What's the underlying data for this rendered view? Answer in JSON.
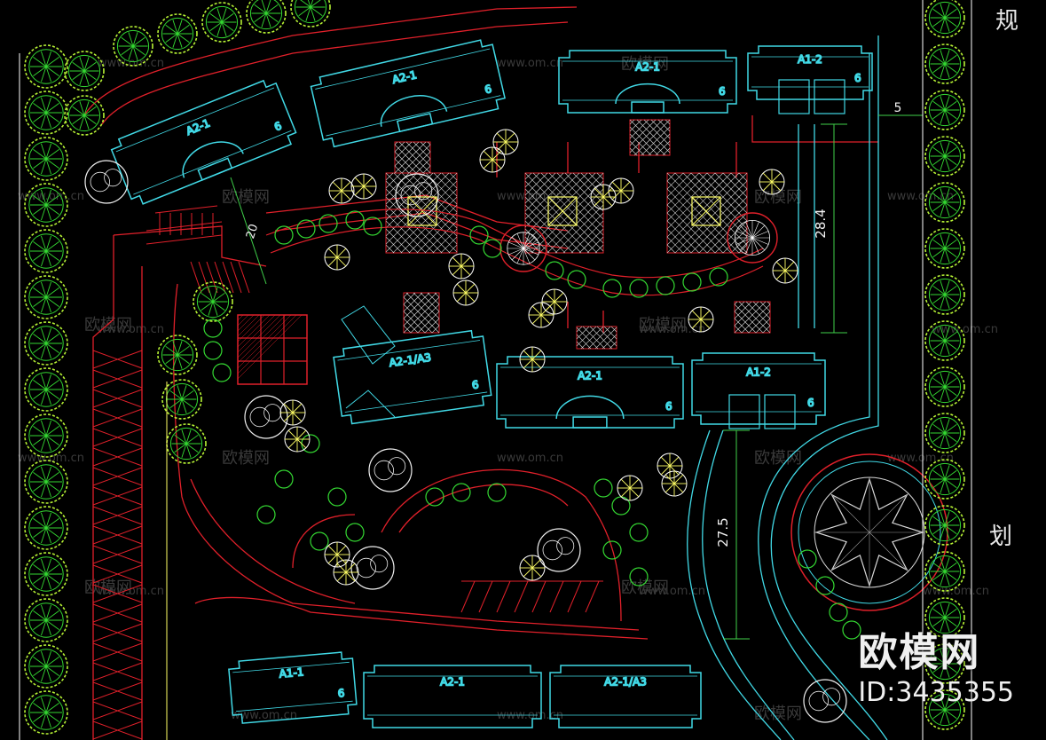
{
  "colors": {
    "background": "#000000",
    "building": "#41d9e6",
    "road": "#e0202a",
    "tree_green": "#34d832",
    "tree_outer": "#b6f234",
    "tree_yellow": "#ffff66",
    "hatch": "#d0d0d0",
    "dim_green": "#3fd04a"
  },
  "buildings": [
    {
      "label": "A2-1",
      "floors": "6"
    },
    {
      "label": "A2-1",
      "floors": "6"
    },
    {
      "label": "A2-1",
      "floors": "6"
    },
    {
      "label": "A1-2",
      "floors": "6"
    },
    {
      "label": "A2-1/A3",
      "floors": "6"
    },
    {
      "label": "A2-1",
      "floors": "6"
    },
    {
      "label": "A1-2",
      "floors": "6"
    },
    {
      "label": "A1-1",
      "floors": "6"
    },
    {
      "label": "A2-1",
      "floors": ""
    },
    {
      "label": "A2-1/A3",
      "floors": ""
    }
  ],
  "dimensions": {
    "d1": "5",
    "d2": "28.4",
    "d3": "27.5",
    "d4": "20"
  },
  "side_text": {
    "top": "规",
    "bottom": "划"
  },
  "watermark": {
    "site": "www.om.cn",
    "brand": "欧模网"
  },
  "brand": {
    "logo": "欧模网",
    "id": "ID:3435355"
  }
}
